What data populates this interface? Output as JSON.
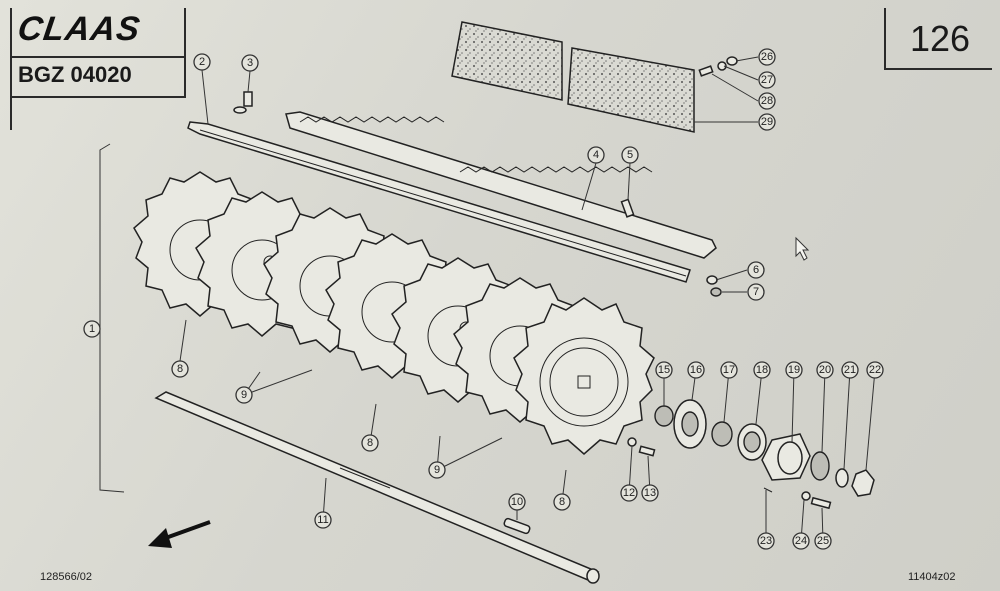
{
  "header": {
    "brand": "CLAAS",
    "doc_code": "BGZ 04020",
    "page_number": "126"
  },
  "footer": {
    "left_code": "128566/02",
    "right_code": "11404z02"
  },
  "callouts": [
    "1",
    "2",
    "3",
    "4",
    "5",
    "6",
    "7",
    "8",
    "9",
    "8",
    "9",
    "8",
    "10",
    "11",
    "12",
    "13",
    "15",
    "16",
    "17",
    "18",
    "19",
    "20",
    "21",
    "22",
    "23",
    "24",
    "25",
    "26",
    "27",
    "28",
    "29"
  ]
}
